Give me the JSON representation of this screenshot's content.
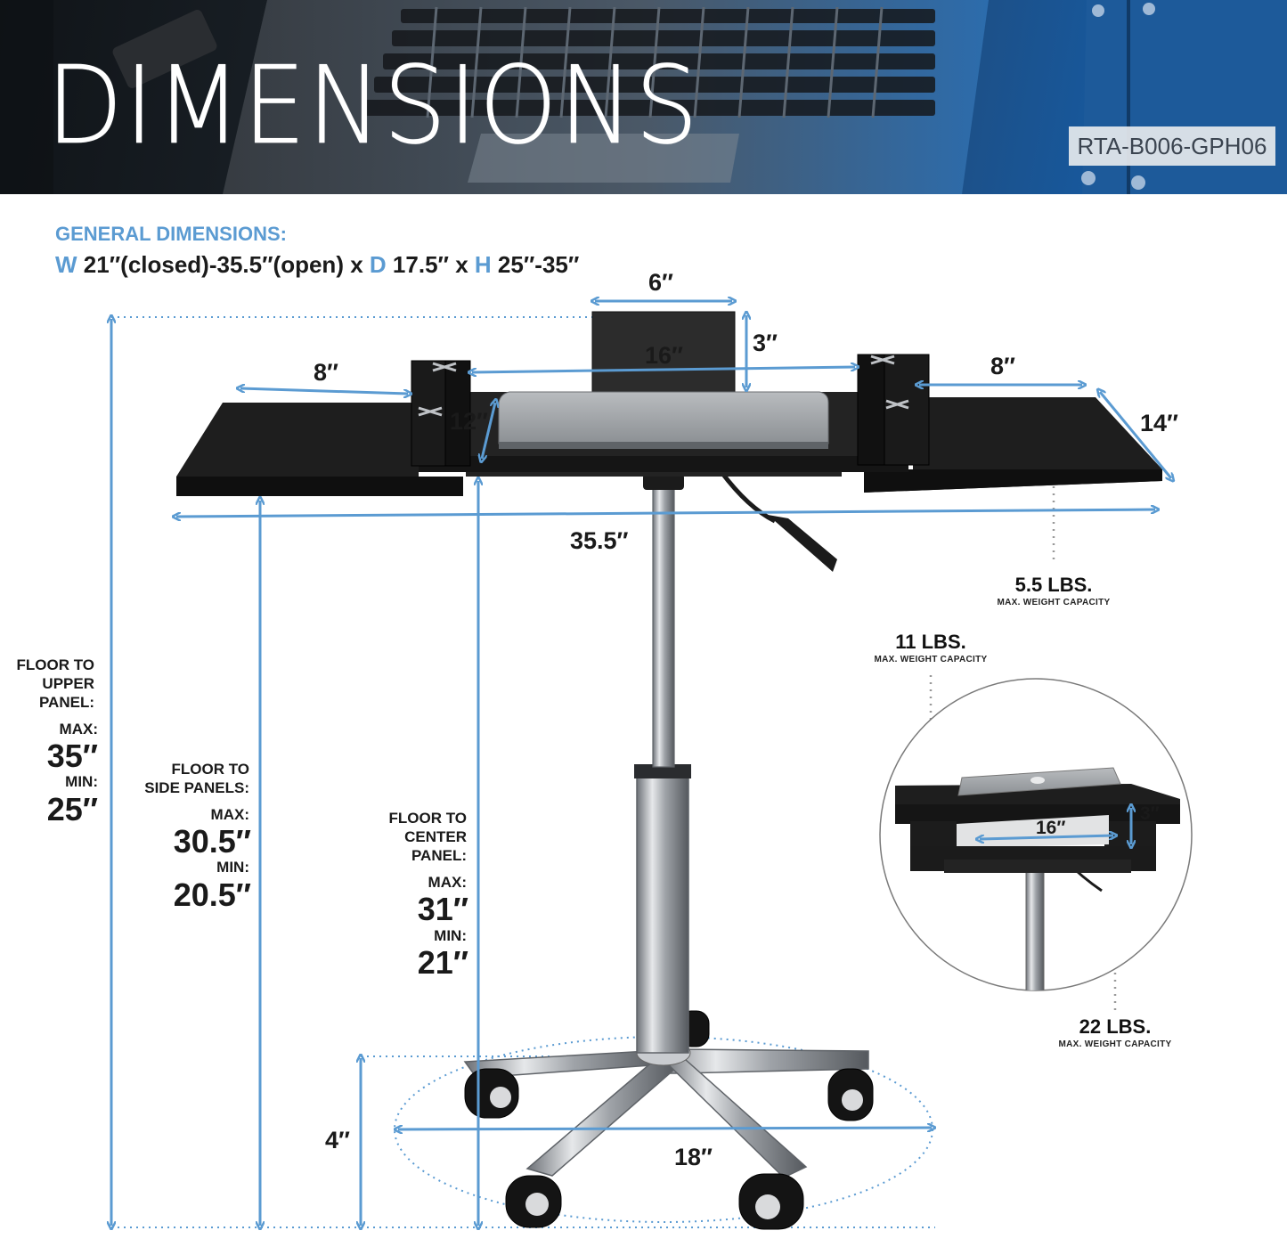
{
  "header": {
    "title": "DIMENSIONS",
    "model": "RTA-B006-GPH06"
  },
  "general": {
    "label": "GENERAL DIMENSIONS:",
    "w_key": "W",
    "w_value": "21″(closed)-35.5″(open) x",
    "d_key": "D",
    "d_value": "17.5″ x",
    "h_key": "H",
    "h_value": "25″-35″"
  },
  "dimensions": {
    "stand_width": "6″",
    "stand_height": "3″",
    "center_width": "16″",
    "center_depth": "12″",
    "left_wing": "8″",
    "right_wing": "8″",
    "wing_depth": "14″",
    "total_width": "35.5″",
    "caster_height": "4″",
    "base_diameter": "18″"
  },
  "heights": {
    "upper": {
      "label1": "FLOOR TO",
      "label2": "UPPER",
      "label3": "PANEL:",
      "max_label": "MAX:",
      "max": "35″",
      "min_label": "MIN:",
      "min": "25″"
    },
    "side": {
      "label1": "FLOOR TO",
      "label2": "SIDE PANELS:",
      "max_label": "MAX:",
      "max": "30.5″",
      "min_label": "MIN:",
      "min": "20.5″"
    },
    "center": {
      "label1": "FLOOR TO",
      "label2": "CENTER",
      "label3": "PANEL:",
      "max_label": "MAX:",
      "max": "31″",
      "min_label": "MIN:",
      "min": "21″"
    }
  },
  "weights": {
    "side": {
      "value": "5.5 LBS.",
      "caption": "MAX. WEIGHT CAPACITY"
    },
    "top": {
      "value": "11 LBS.",
      "caption": "MAX. WEIGHT CAPACITY"
    },
    "shelf": {
      "value": "22 LBS.",
      "caption": "MAX. WEIGHT CAPACITY"
    }
  },
  "inset": {
    "shelf_width": "16″",
    "shelf_height": "3″"
  },
  "colors": {
    "accent": "#5b9bd2",
    "board": "#1e1e1e",
    "chrome": "#b9bcc0"
  }
}
